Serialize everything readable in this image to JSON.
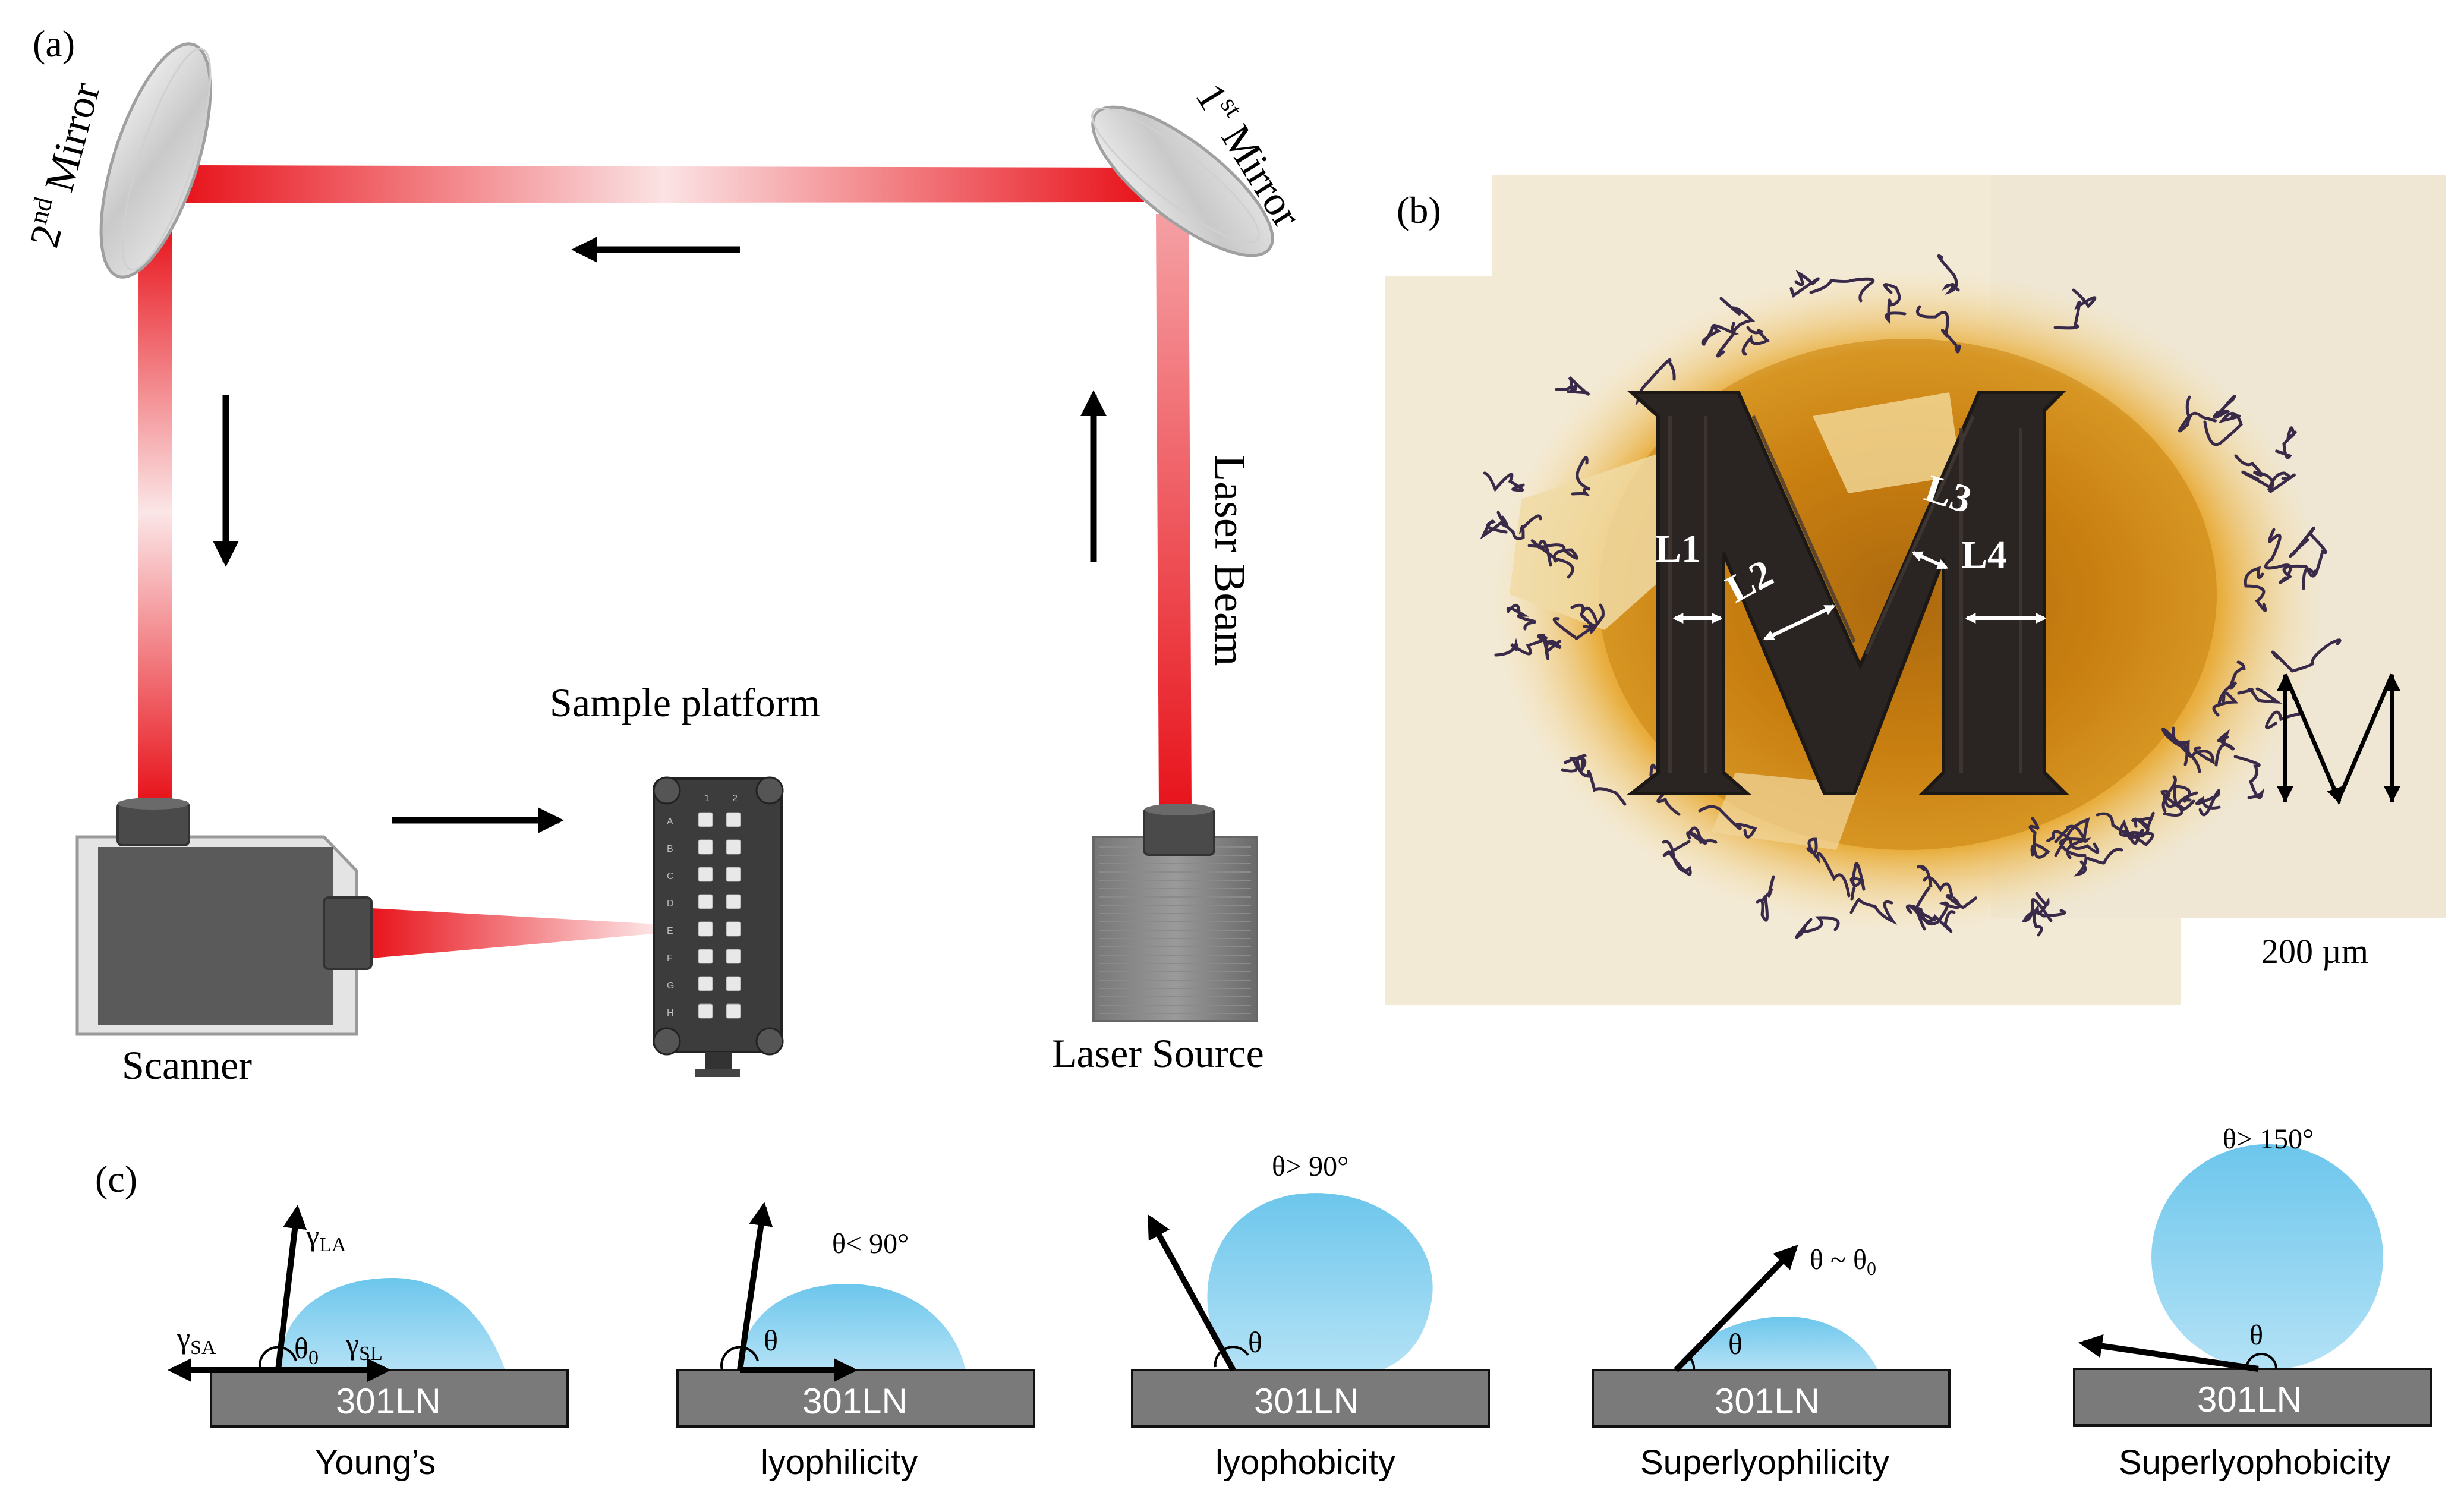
{
  "panel_a": {
    "label": "(a)",
    "mirror2_label_main": "2",
    "mirror2_label_sup": "nd",
    "mirror2_label_rest": " Mirror",
    "mirror1_label_main": "1",
    "mirror1_label_sup": "st",
    "mirror1_label_rest": " Mirror",
    "laser_beam_label": "Laser Beam",
    "sample_platform_label": "Sample platform",
    "scanner_label": "Scanner",
    "laser_source_label": "Laser Source",
    "platform_cols": [
      "1",
      "2"
    ],
    "platform_rows": [
      "A",
      "B",
      "C",
      "D",
      "E",
      "F",
      "G",
      "H"
    ]
  },
  "panel_b": {
    "label": "(b)",
    "labels": [
      "L1",
      "L2",
      "L3",
      "L4"
    ],
    "scale_text": "200 µm"
  },
  "panel_c": {
    "label": "(c)",
    "substrate_text": "301LN",
    "cases": [
      {
        "caption": "Young’s",
        "angle": "θ",
        "angle_sub": "0",
        "g_la": "γ",
        "g_la_sub": "LA",
        "g_sa": "γ",
        "g_sa_sub": "SA",
        "g_sl": "γ",
        "g_sl_sub": "SL"
      },
      {
        "caption": "lyophilicity",
        "angle": "θ",
        "note": "θ< 90°"
      },
      {
        "caption": "lyophobicity",
        "angle": "θ",
        "note": "θ> 90°"
      },
      {
        "caption": "Superlyophilicity",
        "angle": "θ",
        "note": "θ ~ θ",
        "note_sub": "0"
      },
      {
        "caption": "Superlyophobicity",
        "angle": "θ",
        "note": "θ> 150°"
      }
    ]
  },
  "colors": {
    "beam": "#e8141c",
    "droplet": "#7fcdee",
    "substrate": "#7a7a7a",
    "scanner_body": "#5a5a5a",
    "photo_orange": "#d4900e",
    "m_fill": "#2a2523"
  }
}
